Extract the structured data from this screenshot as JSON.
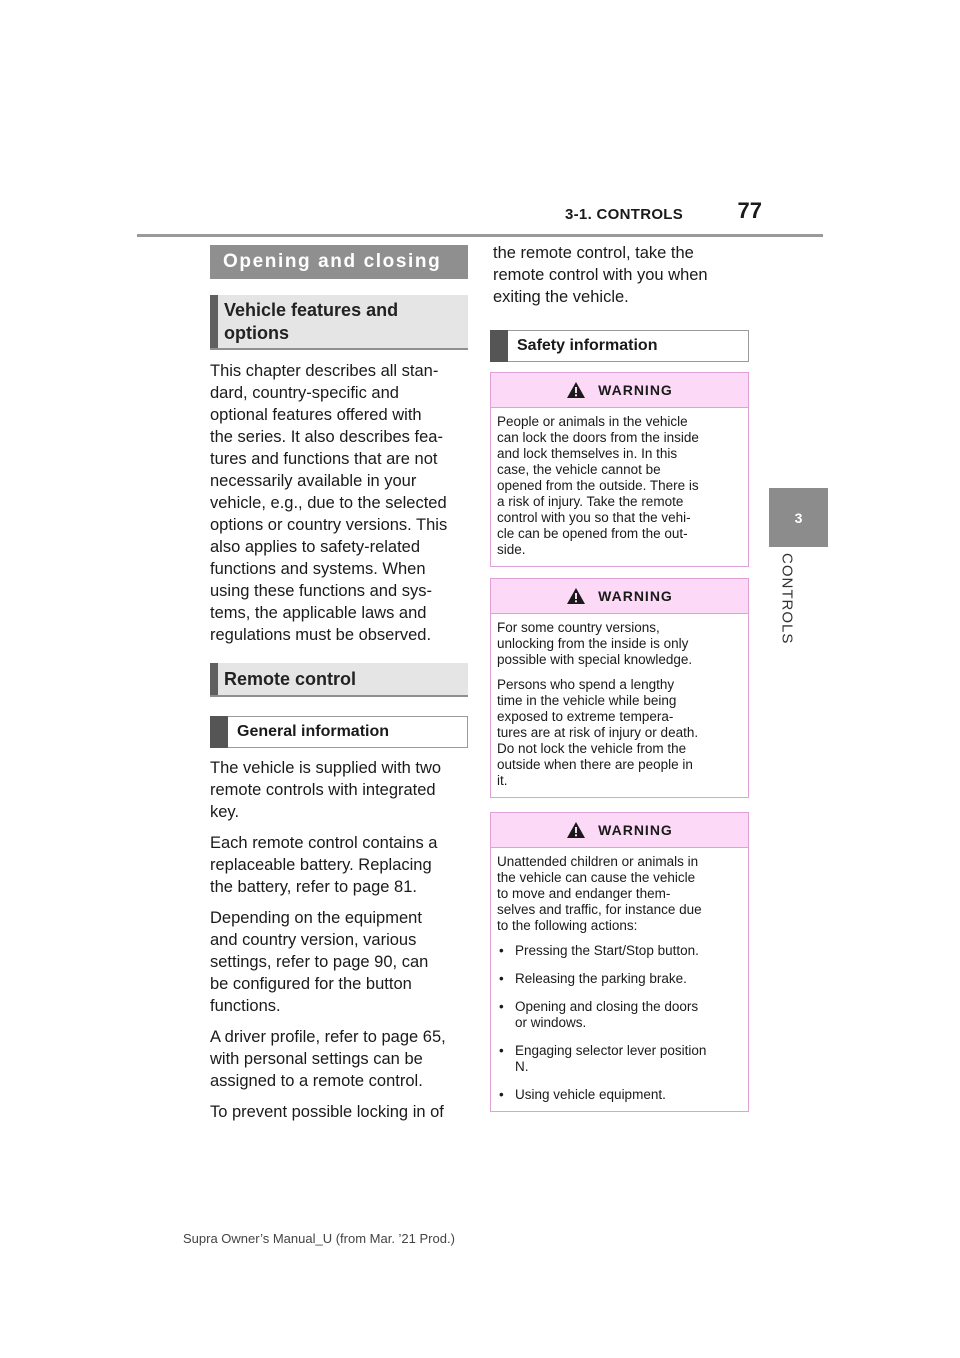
{
  "header": {
    "section": "3-1. CONTROLS",
    "page_number": "77"
  },
  "side_tab": {
    "number": "3",
    "label": "CONTROLS"
  },
  "headings": {
    "main": "Opening and closing",
    "sub_vehicle_l1": "Vehicle features and",
    "sub_vehicle_l2": "options",
    "sub_remote": "Remote control",
    "general_info": "General information",
    "safety_info": "Safety information"
  },
  "intro_lines": [
    "This chapter describes all stan-",
    "dard, country-specific and",
    "optional features offered with",
    "the series. It also describes fea-",
    "tures and functions that are not",
    "necessarily available in your",
    "vehicle, e.g., due to the selected",
    "options or country versions. This",
    "also applies to safety-related",
    "functions and systems. When",
    "using these functions and sys-",
    "tems, the applicable laws and",
    "regulations must be observed."
  ],
  "remote_paragraphs": [
    [
      "The vehicle is supplied with two",
      "remote controls with integrated",
      "key."
    ],
    [
      "Each remote control contains a",
      "replaceable battery. Replacing",
      "the battery, refer to page 81."
    ],
    [
      "Depending on the equipment",
      "and country version, various",
      "settings, refer to page 90, can",
      "be configured for the button",
      "functions."
    ],
    [
      "A driver profile, refer to page 65,",
      "with personal settings can be",
      "assigned to a remote control."
    ],
    [
      "To prevent possible locking in of"
    ]
  ],
  "right_top_lines": [
    "the remote control, take the",
    "remote control with you when",
    "exiting the vehicle."
  ],
  "warnings": [
    {
      "title": "WARNING",
      "paragraphs": [
        [
          "People or animals in the vehicle",
          "can lock the doors from the inside",
          "and lock themselves in. In this",
          "case, the vehicle cannot be",
          "opened from the outside. There is",
          "a risk of injury. Take the remote",
          "control with you so that the vehi-",
          "cle can be opened from the out-",
          "side."
        ]
      ]
    },
    {
      "title": "WARNING",
      "paragraphs": [
        [
          "For some country versions,",
          "unlocking from the inside is only",
          "possible with special knowledge."
        ],
        [
          "Persons who spend a lengthy",
          "time in the vehicle while being",
          "exposed to extreme tempera-",
          "tures are at risk of injury or death.",
          "Do not lock the vehicle from the",
          "outside when there are people in",
          "it."
        ]
      ]
    },
    {
      "title": "WARNING",
      "paragraphs": [
        [
          "Unattended children or animals in",
          "the vehicle can cause the vehicle",
          "to move and endanger them-",
          "selves and traffic, for instance due",
          "to the following actions:"
        ]
      ],
      "bullets": [
        [
          "Pressing the Start/Stop button."
        ],
        [
          "Releasing the parking brake."
        ],
        [
          "Opening and closing the doors",
          "or windows."
        ],
        [
          "Engaging selector lever position",
          "N."
        ],
        [
          "Using vehicle equipment."
        ]
      ],
      "bullet_char": "•"
    }
  ],
  "footer": "Supra Owner’s Manual_U (from Mar. ’21 Prod.)",
  "colors": {
    "heading_gray": "#8f8f8f",
    "warning_pink": "#fcd9f7",
    "warning_border": "#e2a0d8"
  }
}
